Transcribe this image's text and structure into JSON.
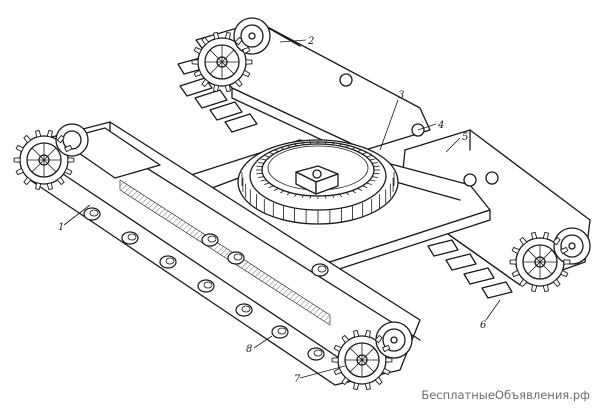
{
  "callouts": [
    {
      "id": "1",
      "label": "1"
    },
    {
      "id": "2",
      "label": "2"
    },
    {
      "id": "3",
      "label": "3"
    },
    {
      "id": "4",
      "label": "4"
    },
    {
      "id": "5",
      "label": "5"
    },
    {
      "id": "6",
      "label": "6"
    },
    {
      "id": "7",
      "label": "7"
    },
    {
      "id": "8",
      "label": "8"
    }
  ],
  "watermark": "БесплатныеОбъявления.рф",
  "colors": {
    "ink": "#1a1a1a",
    "background": "#ffffff",
    "watermark": "#6b6b6b"
  }
}
